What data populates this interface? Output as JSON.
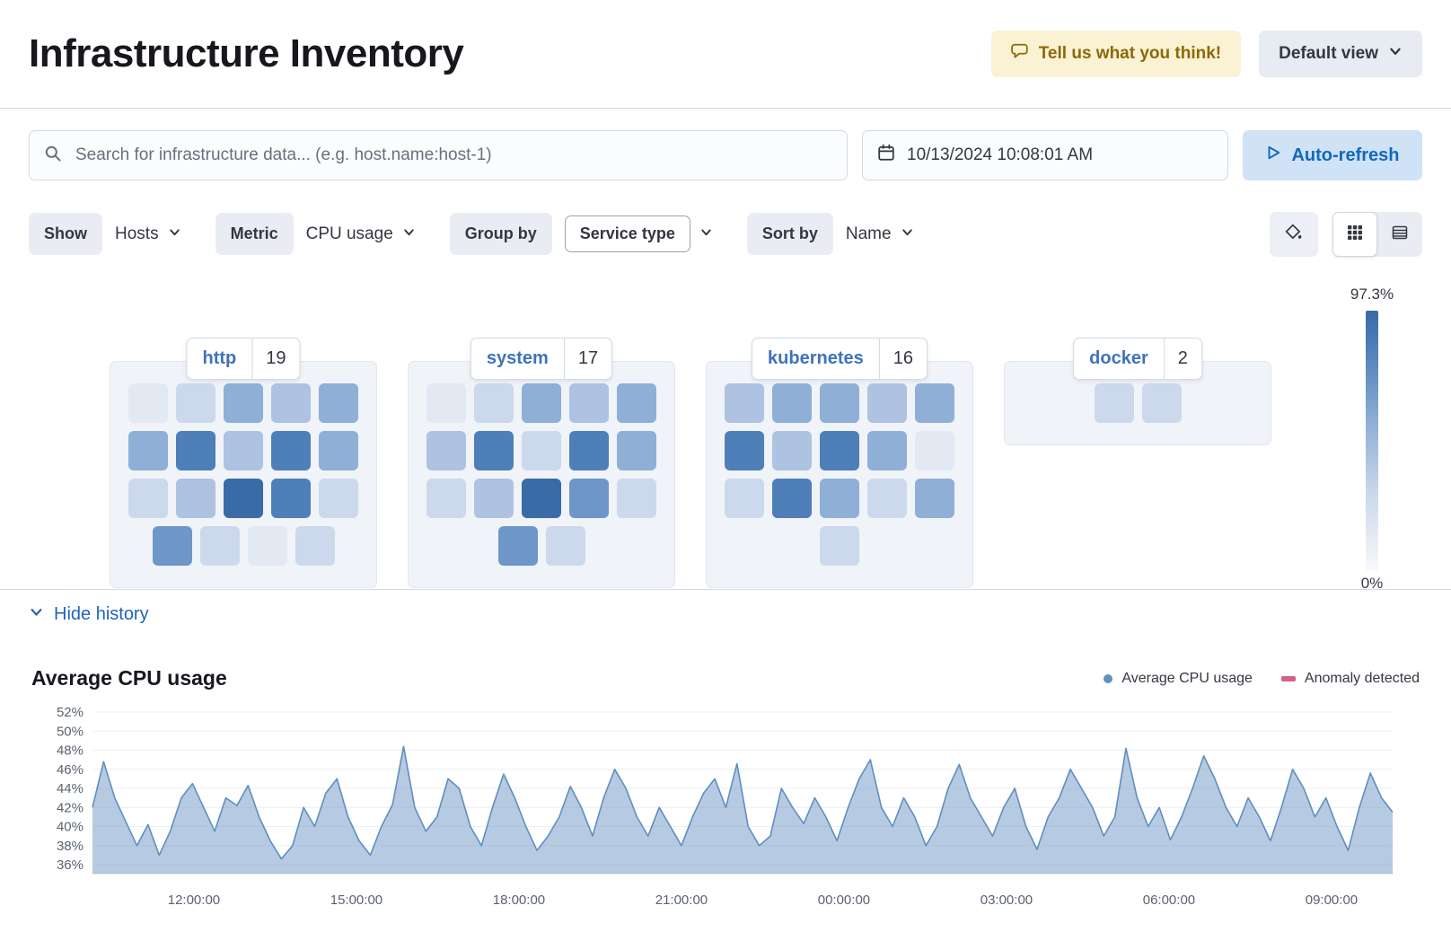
{
  "header": {
    "title": "Infrastructure Inventory",
    "feedback_button": "Tell us what you think!",
    "view_button": "Default view"
  },
  "toolbar": {
    "search_placeholder": "Search for infrastructure data... (e.g. host.name:host-1)",
    "datetime": "10/13/2024 10:08:01 AM",
    "auto_refresh": "Auto-refresh"
  },
  "filters": {
    "show_label": "Show",
    "show_value": "Hosts",
    "metric_label": "Metric",
    "metric_value": "CPU usage",
    "group_by_label": "Group by",
    "group_by_value": "Service type",
    "sort_by_label": "Sort by",
    "sort_by_value": "Name"
  },
  "waffle": {
    "palette": [
      "#e3e9f3",
      "#ccd9ec",
      "#adc3e1",
      "#8fafd6",
      "#6e96c8",
      "#4f7fb8",
      "#3a6ba6"
    ],
    "groups": [
      {
        "name": "http",
        "count": "19",
        "rows": [
          [
            0,
            1,
            3,
            2,
            3
          ],
          [
            3,
            5,
            2,
            5,
            3
          ],
          [
            1,
            2,
            6,
            5,
            1
          ],
          [
            4,
            1,
            0,
            1
          ]
        ]
      },
      {
        "name": "system",
        "count": "17",
        "rows": [
          [
            0,
            1,
            3,
            2,
            3
          ],
          [
            2,
            5,
            1,
            5,
            3
          ],
          [
            1,
            2,
            6,
            4,
            1
          ],
          [
            4,
            1
          ]
        ]
      },
      {
        "name": "kubernetes",
        "count": "16",
        "rows": [
          [
            2,
            3,
            3,
            2,
            3
          ],
          [
            5,
            2,
            5,
            3,
            0
          ],
          [
            1,
            5,
            3,
            1,
            3
          ],
          [
            1
          ]
        ]
      },
      {
        "name": "docker",
        "count": "2",
        "rows": [
          [
            1,
            1
          ]
        ]
      }
    ],
    "legend_max": "97.3%",
    "legend_min": "0%"
  },
  "history": {
    "toggle_label": "Hide history"
  },
  "chart": {
    "title": "Average CPU usage",
    "legend": [
      {
        "label": "Average CPU usage",
        "color": "#6092c0"
      },
      {
        "label": "Anomaly detected",
        "color": "#d4608a"
      }
    ]
  },
  "chart_data": {
    "type": "area",
    "title": "Average CPU usage",
    "ylabel": "Average CPU usage (%)",
    "grid": true,
    "legend_position": "top-right",
    "y_domain": [
      36,
      52
    ],
    "y_ticks": [
      52,
      50,
      48,
      46,
      44,
      42,
      40,
      38,
      36
    ],
    "x_ticks": [
      {
        "label": "12:00:00",
        "frac": 0.078
      },
      {
        "label": "15:00:00",
        "frac": 0.203
      },
      {
        "label": "18:00:00",
        "frac": 0.328
      },
      {
        "label": "21:00:00",
        "frac": 0.453
      },
      {
        "label": "00:00:00",
        "frac": 0.578
      },
      {
        "label": "03:00:00",
        "frac": 0.703
      },
      {
        "label": "06:00:00",
        "frac": 0.828
      },
      {
        "label": "09:00:00",
        "frac": 0.953
      }
    ],
    "line_color": "#5e8fc0",
    "fill_color": "rgba(122,158,203,0.55)",
    "values": [
      42,
      46.8,
      43,
      40.5,
      38,
      40.2,
      37,
      39.5,
      43,
      44.5,
      42,
      39.5,
      43,
      42.2,
      44.3,
      41,
      38.5,
      36.6,
      38,
      42,
      40,
      43.5,
      45,
      41,
      38.5,
      37,
      40,
      42.3,
      48.4,
      42,
      39.5,
      41,
      45,
      44,
      40,
      38,
      42,
      45.5,
      43,
      40,
      37.5,
      39,
      41,
      44.2,
      42,
      39,
      43,
      46,
      44,
      41,
      39,
      42,
      40,
      38,
      41,
      43.5,
      45,
      42,
      46.6,
      40,
      38,
      39,
      44,
      42,
      40.3,
      43,
      41,
      38.5,
      42,
      45,
      47,
      42,
      40,
      43,
      41,
      38,
      40,
      44,
      46.5,
      43,
      41,
      39,
      42,
      44,
      40,
      37.6,
      41,
      43,
      46,
      44,
      42,
      39,
      41,
      48.2,
      43,
      40,
      42,
      38.6,
      41,
      44,
      47.4,
      45,
      42,
      40,
      43,
      41,
      38.5,
      42,
      46,
      44,
      41,
      43,
      40,
      37.5,
      42,
      45.6,
      43,
      41.5
    ]
  }
}
